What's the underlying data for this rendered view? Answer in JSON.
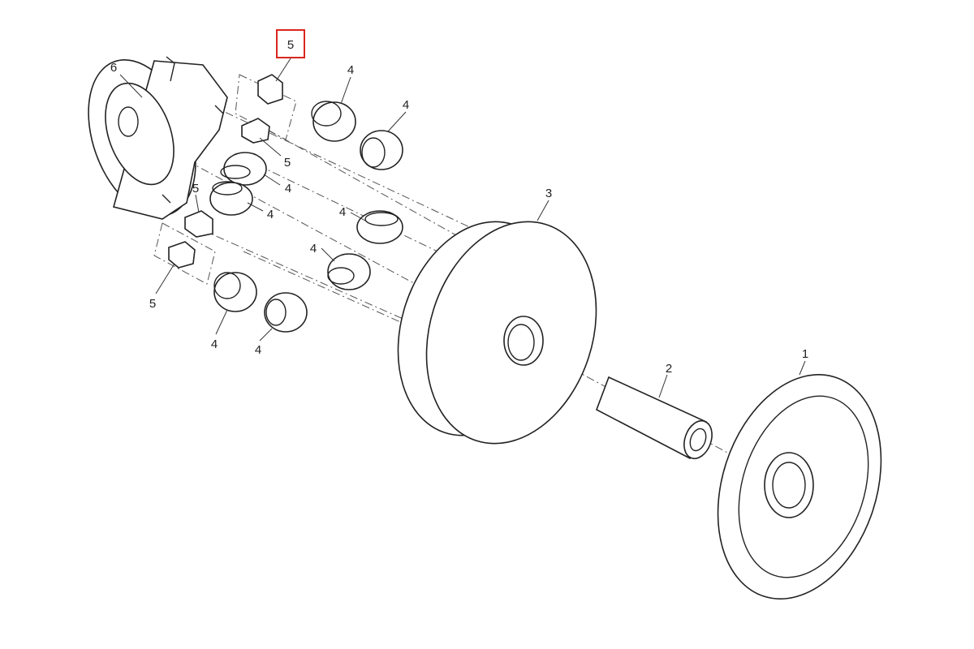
{
  "diagram": {
    "highlight_color": "#d9261c",
    "highlighted_label": "5",
    "labels": {
      "l5_top": "5",
      "l6": "6",
      "l4_a": "4",
      "l4_b": "4",
      "l5_mid": "5",
      "l4_c": "4",
      "l4_d": "4",
      "l5_left": "5",
      "l4_e": "4",
      "l4_f": "4",
      "l5_bot": "5",
      "l4_g": "4",
      "l4_h": "4",
      "l3": "3",
      "l2": "2",
      "l1": "1"
    }
  }
}
